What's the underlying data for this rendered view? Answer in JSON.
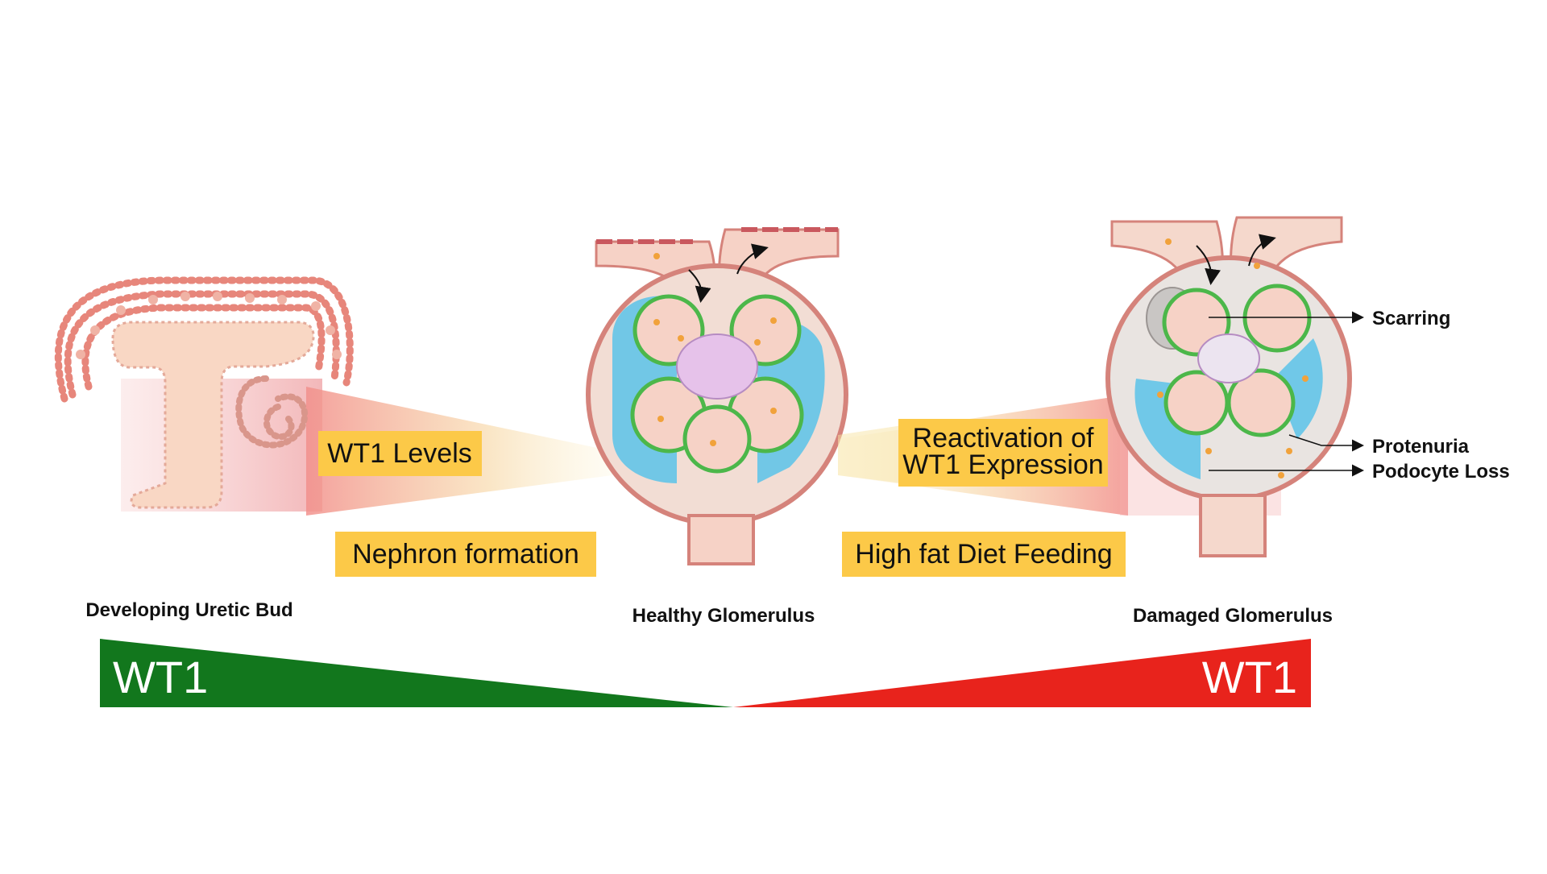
{
  "colors": {
    "label_fill": "#fcc948",
    "wt1_left_fill": "#12771d",
    "wt1_right_fill": "#e8231c",
    "tissue": "#f6d2c6",
    "tissue_stroke": "#d5837b",
    "capsule_fill": "#f2ddd4",
    "urinary_space": "#5bc3e9",
    "podocyte_green": "#4cb74a",
    "mesangium": "#e6c2ea",
    "cell_dot": "#f1a23b",
    "beam_left": "#f3a4a1",
    "beam_mid": "#f7e3a3"
  },
  "labels": {
    "wt1_levels": "WT1 Levels",
    "nephron_formation": "Nephron formation",
    "reactivation_line1": "Reactivation of",
    "reactivation_line2": "WT1 Expression",
    "high_fat_diet": "High fat Diet Feeding"
  },
  "captions": {
    "developing_bud": "Developing Uretic Bud",
    "healthy": "Healthy Glomerulus",
    "damaged": "Damaged Glomerulus"
  },
  "annotations": {
    "scarring": "Scarring",
    "protenuria": "Protenuria",
    "podocyte_loss": "Podocyte Loss"
  },
  "gradient_bar": {
    "left_label": "WT1",
    "right_label": "WT1"
  }
}
